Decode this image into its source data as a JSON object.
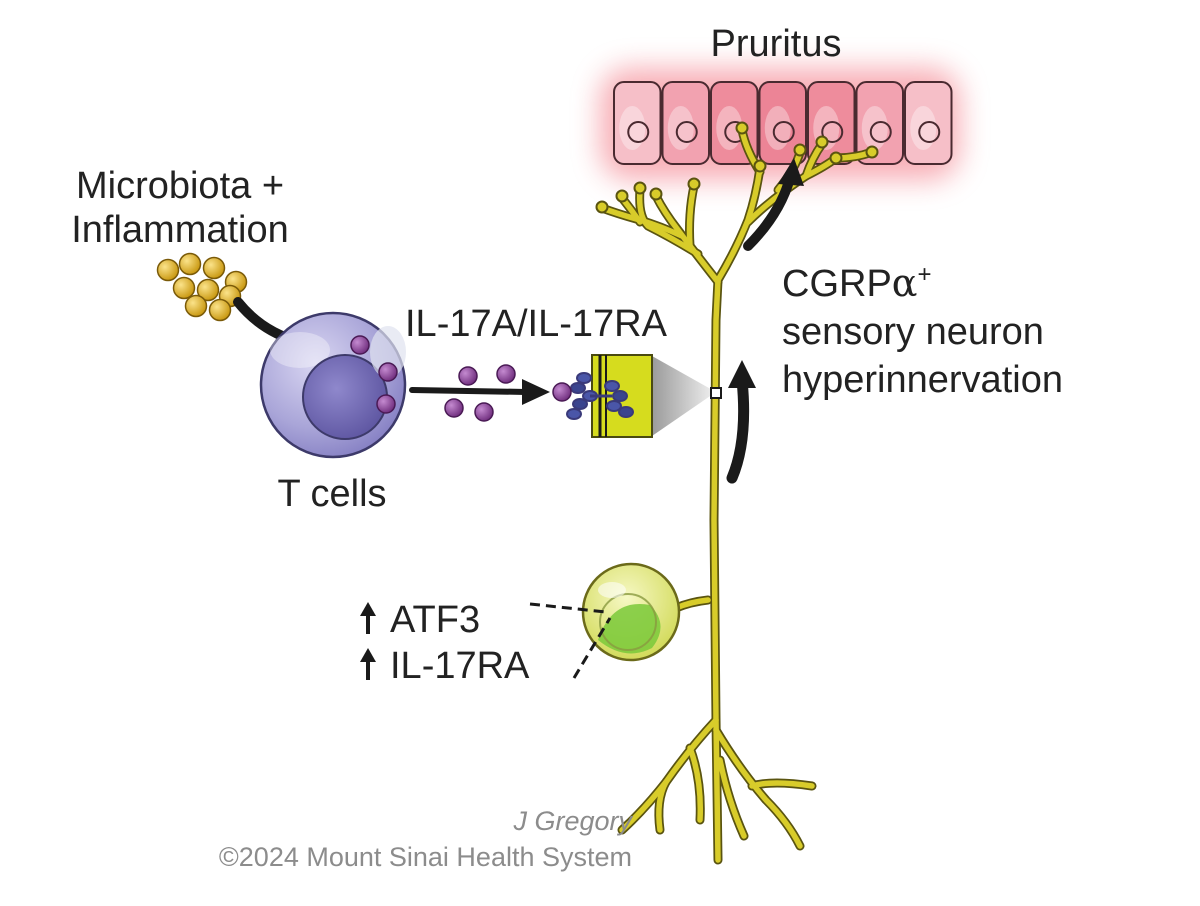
{
  "labels": {
    "pruritus": "Pruritus",
    "microbiota_line1": "Microbiota +",
    "microbiota_line2": "Inflammation",
    "cytokine": "IL-17A/IL-17RA",
    "neuron_line1_main": "CGRP",
    "neuron_line1_alpha": "α",
    "neuron_line1_sup": "+",
    "neuron_line2": "sensory neuron",
    "neuron_line3": "hyperinnervation",
    "t_cells": "T cells",
    "atf3": "ATF3",
    "il17ra": "IL-17RA"
  },
  "credit": {
    "artist": "J Gregory",
    "copyright": "©2024 Mount Sinai Health System"
  },
  "colors": {
    "nerve": "#d8cc2a",
    "nerve_outline": "#5a5410",
    "skin_cell_dark": "#ee8c9c",
    "skin_cell_light": "#f6bfc8",
    "skin_glow": "#f26d7a",
    "t_cell": "#a9a5d8",
    "t_cell_nucleus": "#6b63b0",
    "cytokine": "#8e4a9a",
    "microbe": "#e2b21c",
    "receptor_panel": "#d6dc1e",
    "soma": "#e5ec7a",
    "soma_nucleus": "#7ac93a",
    "arrow": "#1a1a1a"
  }
}
